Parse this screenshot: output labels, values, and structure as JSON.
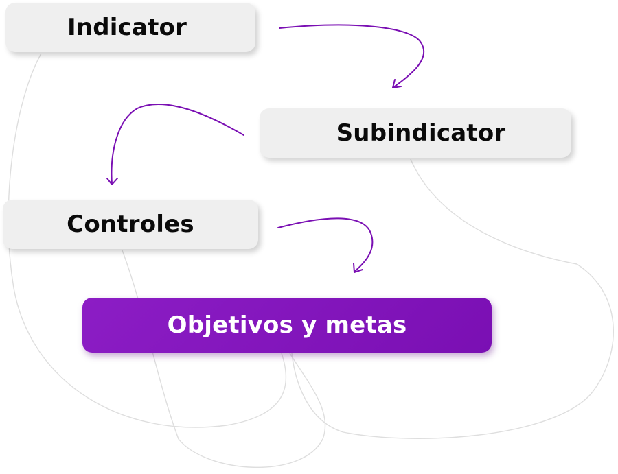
{
  "nodes": {
    "indicator": "Indicator",
    "subindicator": "Subindicator",
    "controles": "Controles",
    "objetivos": "Objetivos y metas"
  },
  "colors": {
    "accent": "#7a0fb3",
    "accent_light": "#8c1dc5",
    "box_grey": "#efefef",
    "text_dark": "#0a0a0a",
    "guide_lines": "#dcdcdc"
  }
}
